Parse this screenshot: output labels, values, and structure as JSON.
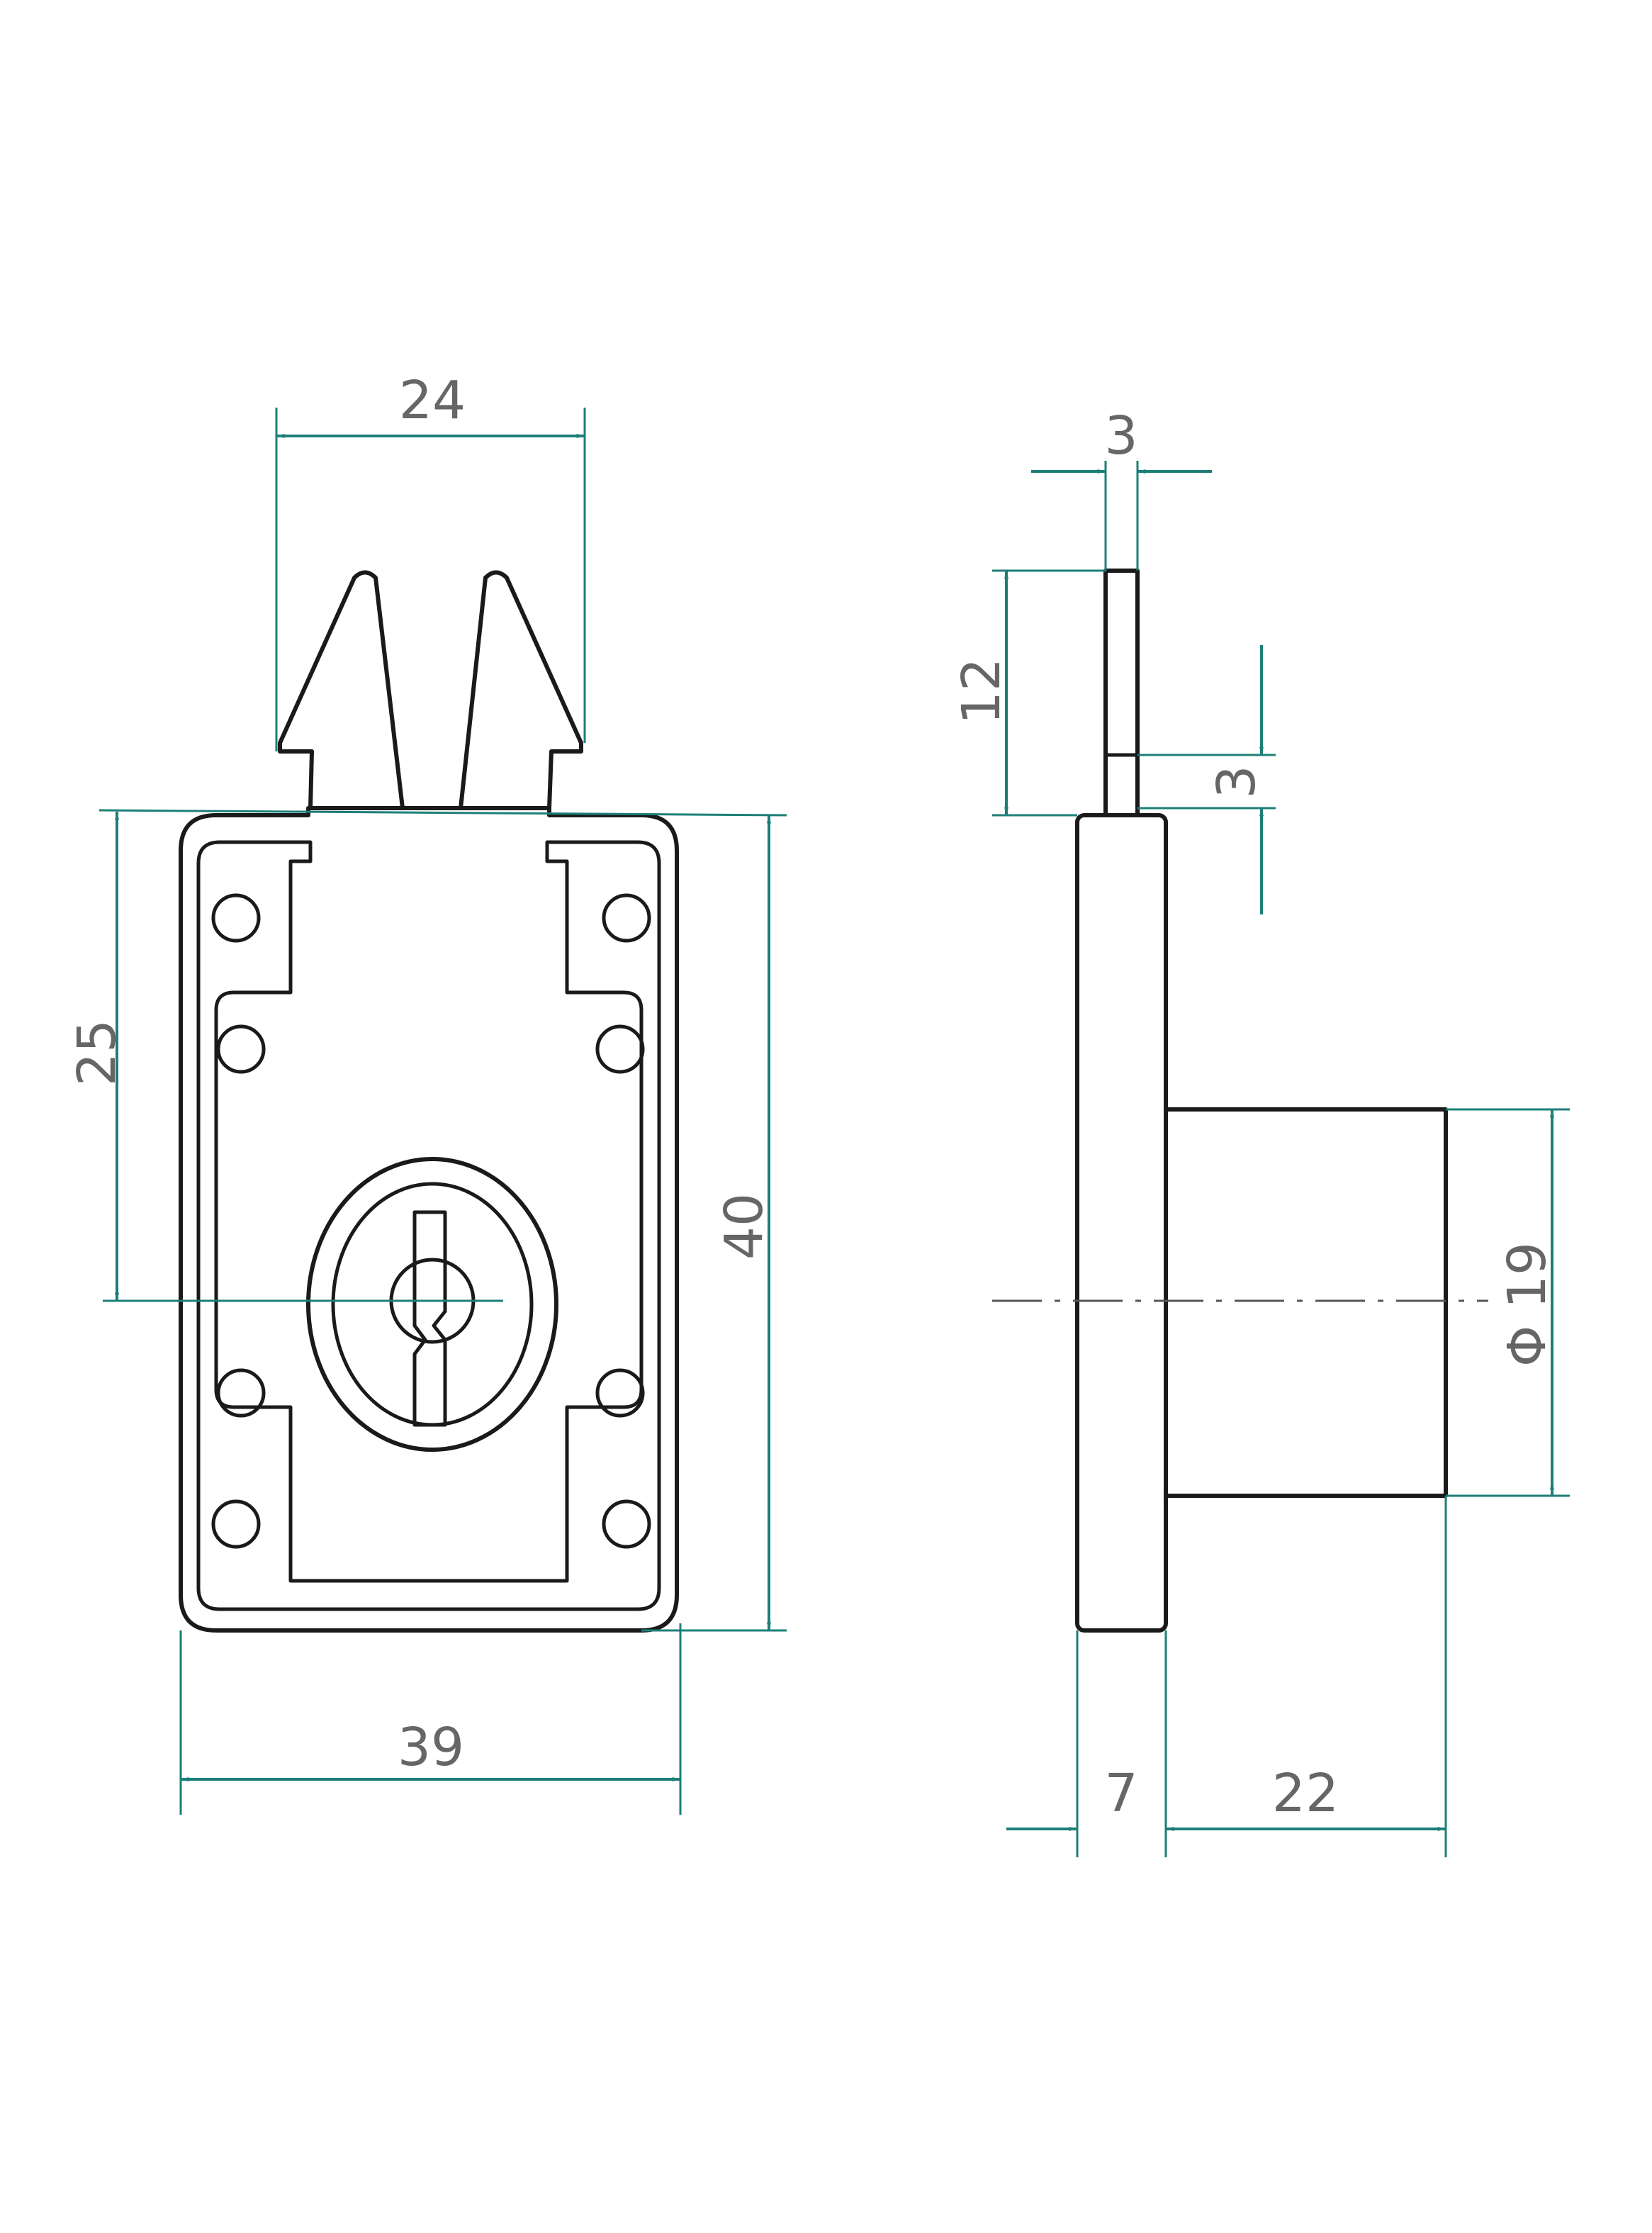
{
  "colors": {
    "dimension": "#1c7f77",
    "outline": "#1a1a1a",
    "text": "#666666"
  },
  "front_view": {
    "dim_width_top": "24",
    "dim_height_to_center": "25",
    "dim_height_total": "40",
    "dim_width_total": "39"
  },
  "side_view": {
    "dim_bolt_thickness": "3",
    "dim_bolt_height": "12",
    "dim_bolt_offset": "3",
    "dim_cylinder_diameter": "Φ 19",
    "dim_plate_depth": "7",
    "dim_cylinder_length": "22"
  }
}
